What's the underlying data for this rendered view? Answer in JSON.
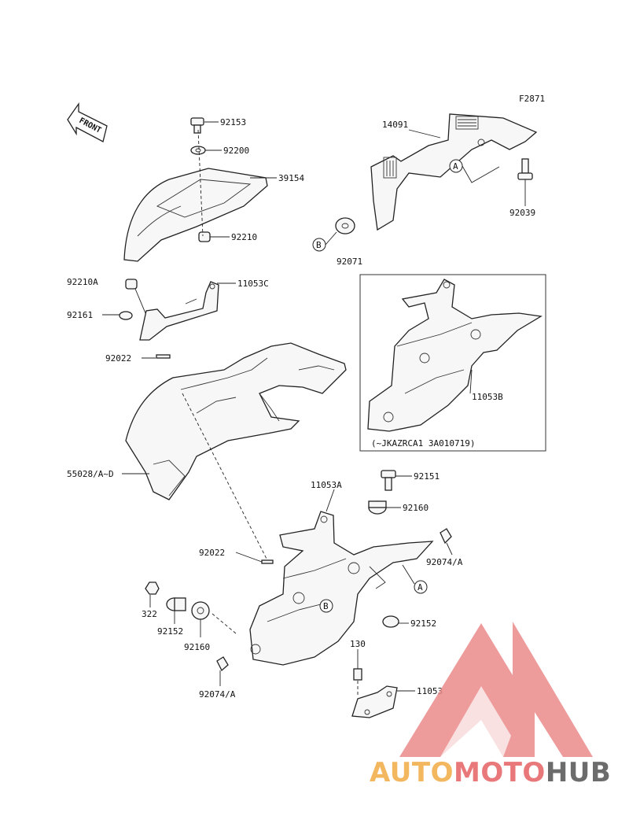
{
  "figure_code": "F2871",
  "front_label": "FRONT",
  "inset_note": "(~JKAZRCA1 3A010719)",
  "callouts": {
    "a": "A",
    "b": "B"
  },
  "parts": [
    {
      "id": "p92153",
      "label": "92153"
    },
    {
      "id": "p92200",
      "label": "92200"
    },
    {
      "id": "p39154",
      "label": "39154"
    },
    {
      "id": "p92210",
      "label": "92210"
    },
    {
      "id": "p92210A",
      "label": "92210A"
    },
    {
      "id": "p11053C",
      "label": "11053C"
    },
    {
      "id": "p92161",
      "label": "92161"
    },
    {
      "id": "p92022a",
      "label": "92022"
    },
    {
      "id": "p55028",
      "label": "55028/A~D"
    },
    {
      "id": "p14091",
      "label": "14091"
    },
    {
      "id": "p92039",
      "label": "92039"
    },
    {
      "id": "p92071",
      "label": "92071"
    },
    {
      "id": "p11053B",
      "label": "11053B"
    },
    {
      "id": "p11053A",
      "label": "11053A"
    },
    {
      "id": "p92151",
      "label": "92151"
    },
    {
      "id": "p92160a",
      "label": "92160"
    },
    {
      "id": "p92074Aa",
      "label": "92074/A"
    },
    {
      "id": "p92022b",
      "label": "92022"
    },
    {
      "id": "p322",
      "label": "322"
    },
    {
      "id": "p92152a",
      "label": "92152"
    },
    {
      "id": "p92160b",
      "label": "92160"
    },
    {
      "id": "p92152b",
      "label": "92152"
    },
    {
      "id": "p130",
      "label": "130"
    },
    {
      "id": "p11053",
      "label": "11053"
    },
    {
      "id": "p92074Ab",
      "label": "92074/A"
    }
  ],
  "watermark": {
    "part1": "AUTO",
    "part2": "MOTO",
    "part3": "HUB"
  },
  "colors": {
    "line": "#222222",
    "logo_orange": "#f3b760",
    "logo_red": "#e9787a",
    "logo_gray": "#6c6c6c"
  }
}
